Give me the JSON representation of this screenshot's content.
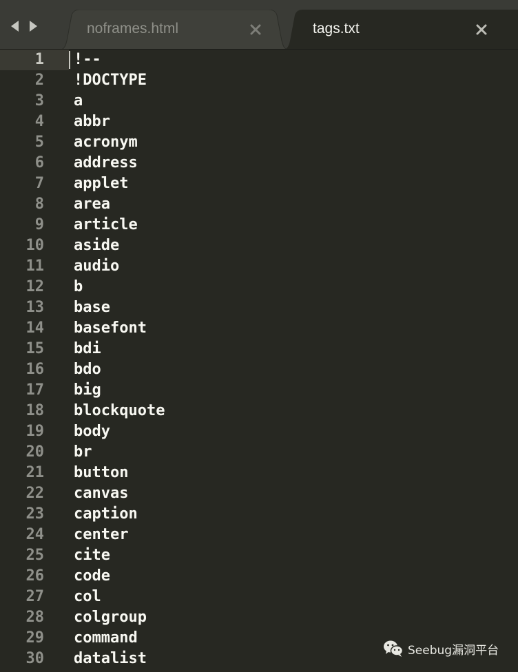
{
  "tabs": [
    {
      "label": "noframes.html",
      "active": false,
      "close_icon": "close-icon"
    },
    {
      "label": "tags.txt",
      "active": true,
      "close_icon": "close-icon"
    }
  ],
  "nav": {
    "back_icon": "left-arrow-icon",
    "forward_icon": "right-arrow-icon"
  },
  "editor": {
    "current_line": 1,
    "lines": [
      {
        "num": "1",
        "text": "!--"
      },
      {
        "num": "2",
        "text": "!DOCTYPE"
      },
      {
        "num": "3",
        "text": "a"
      },
      {
        "num": "4",
        "text": "abbr"
      },
      {
        "num": "5",
        "text": "acronym"
      },
      {
        "num": "6",
        "text": "address"
      },
      {
        "num": "7",
        "text": "applet"
      },
      {
        "num": "8",
        "text": "area"
      },
      {
        "num": "9",
        "text": "article"
      },
      {
        "num": "10",
        "text": "aside"
      },
      {
        "num": "11",
        "text": "audio"
      },
      {
        "num": "12",
        "text": "b"
      },
      {
        "num": "13",
        "text": "base"
      },
      {
        "num": "14",
        "text": "basefont"
      },
      {
        "num": "15",
        "text": "bdi"
      },
      {
        "num": "16",
        "text": "bdo"
      },
      {
        "num": "17",
        "text": "big"
      },
      {
        "num": "18",
        "text": "blockquote"
      },
      {
        "num": "19",
        "text": "body"
      },
      {
        "num": "20",
        "text": "br"
      },
      {
        "num": "21",
        "text": "button"
      },
      {
        "num": "22",
        "text": "canvas"
      },
      {
        "num": "23",
        "text": "caption"
      },
      {
        "num": "24",
        "text": "center"
      },
      {
        "num": "25",
        "text": "cite"
      },
      {
        "num": "26",
        "text": "code"
      },
      {
        "num": "27",
        "text": "col"
      },
      {
        "num": "28",
        "text": "colgroup"
      },
      {
        "num": "29",
        "text": "command"
      },
      {
        "num": "30",
        "text": "datalist"
      }
    ]
  },
  "watermark": {
    "icon": "wechat-icon",
    "text": "Seebug漏洞平台"
  },
  "colors": {
    "editor_bg": "#272822",
    "tabbar_bg": "#3a3b36",
    "active_tab_bg": "#272822",
    "inactive_tab_bg": "#3f403a",
    "text": "#f8f8f2",
    "line_number": "#8f908a"
  }
}
